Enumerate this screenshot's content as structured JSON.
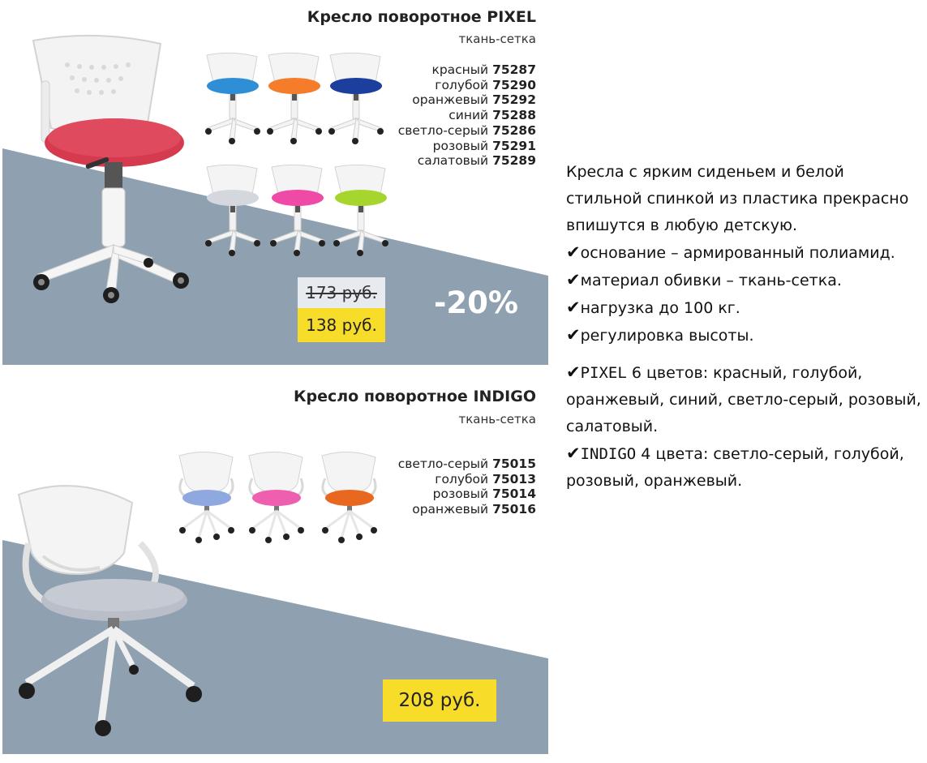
{
  "pixel": {
    "title": "Кресло поворотное PIXEL",
    "material": "ткань-сетка",
    "colors": [
      {
        "name": "красный",
        "code": "75287"
      },
      {
        "name": "голубой",
        "code": "75290"
      },
      {
        "name": "оранжевый",
        "code": "75292"
      },
      {
        "name": "синий",
        "code": "75288"
      },
      {
        "name": "светло-серый",
        "code": "75286"
      },
      {
        "name": "розовый",
        "code": "75291"
      },
      {
        "name": "салатовый",
        "code": "75289"
      }
    ],
    "old_price": "173 руб.",
    "new_price": "138 руб.",
    "discount": "-20%",
    "main_seat_color": "#d63a4f",
    "variant_seat_colors": [
      "#2e8fd6",
      "#f47c2a",
      "#1c3f9e",
      "#d4d7de",
      "#ee4aa6",
      "#a6d62e"
    ]
  },
  "indigo": {
    "title": "Кресло поворотное INDIGO",
    "material": "ткань-сетка",
    "colors": [
      {
        "name": "светло-серый",
        "code": "75015"
      },
      {
        "name": "голубой",
        "code": "75013"
      },
      {
        "name": "розовый",
        "code": "75014"
      },
      {
        "name": "оранжевый",
        "code": "75016"
      }
    ],
    "price": "208 руб.",
    "main_seat_color": "#b9bec8",
    "variant_seat_colors": [
      "#8fa8e0",
      "#ee5fb0",
      "#e8681f"
    ]
  },
  "description": {
    "intro": "Кресла с ярким сиденьем и белой стильной спинкой из пластика  прекрасно впишутся в любую детскую.",
    "check_mark": "✔",
    "features": [
      "основание – армированный полиамид.",
      "материал обивки – ткань-сетка.",
      "нагрузка до 100 кг.",
      "регулировка высоты."
    ],
    "pixel_model": "PIXEL",
    "pixel_colors_text": " 6 цветов:  красный, голубой, оранжевый, синий, светло-серый, розовый, салатовый.",
    "indigo_model": "INDIGO",
    "indigo_colors_text": " 4 цвета:  светло-серый, голубой, розовый, оранжевый."
  },
  "colors": {
    "backdrop": "#8fa1b1",
    "price_yellow": "#f7dc2a",
    "old_price_bg": "#e7ebef"
  }
}
